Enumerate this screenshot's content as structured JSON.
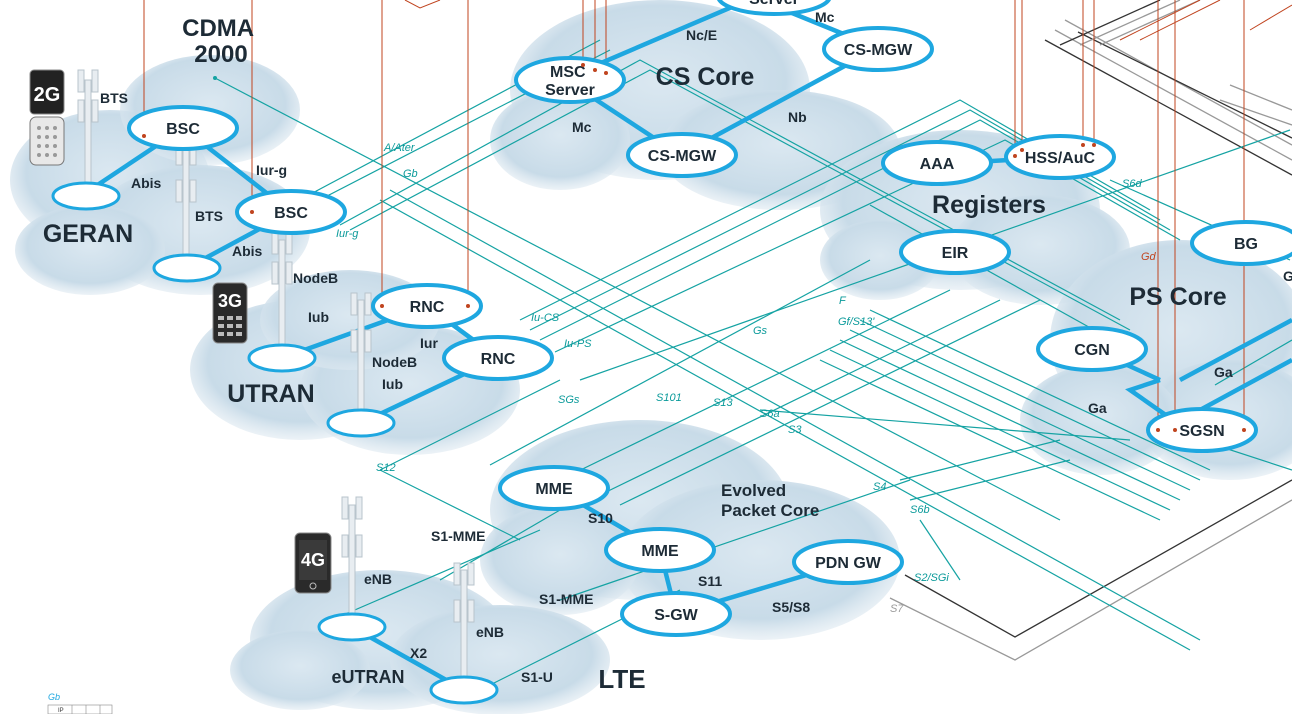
{
  "colors": {
    "cloud": "#cfe0ec",
    "node_fill": "#ffffff",
    "node_stroke": "#1ea7e0",
    "backbone": "#1ea7e0",
    "interface_line": "#15a3a3",
    "drop_line": "#c0441f",
    "dark_line": "#333333",
    "grey_line": "#9a9a9a"
  },
  "clouds": {
    "cdma": "CDMA\n2000",
    "geran": "GERAN",
    "utran": "UTRAN",
    "cs_core": "CS Core",
    "registers": "Registers",
    "ps_core": "PS Core",
    "epc": "Evolved\nPacket Core",
    "eutran": "eUTRAN",
    "lte": "LTE"
  },
  "nodes": {
    "server_top": "Server",
    "msc_server": "MSC\nServer",
    "cs_mgw_top": "CS-MGW",
    "cs_mgw_mid": "CS-MGW",
    "bsc1": "BSC",
    "bsc2": "BSC",
    "rnc1": "RNC",
    "rnc2": "RNC",
    "aaa": "AAA",
    "hss": "HSS/AuC",
    "eir": "EIR",
    "bg": "BG",
    "cgn": "CGN",
    "sgsn": "SGSN",
    "mme1": "MME",
    "mme2": "MME",
    "pdn_gw": "PDN GW",
    "s_gw": "S-GW"
  },
  "devices": {
    "phone_2g": "2G",
    "phone_3g": "3G",
    "phone_4g": "4G"
  },
  "site_labels": {
    "bts1": "BTS",
    "bts2": "BTS",
    "nodeb1": "NodeB",
    "nodeb2": "NodeB",
    "enb1": "eNB",
    "enb2": "eNB"
  },
  "link_labels": {
    "nc_e": "Nc/E",
    "mc_top": "Mc",
    "mc_mid": "Mc",
    "nb": "Nb",
    "abis1": "Abis",
    "abis2": "Abis",
    "iur_g": "Iur-g",
    "iub1": "Iub",
    "iub2": "Iub",
    "iur": "Iur",
    "s10": "S10",
    "s11": "S11",
    "s1_mme1": "S1-MME",
    "s1_mme2": "S1-MME",
    "s5_s8": "S5/S8",
    "x2": "X2",
    "s1_u": "S1-U",
    "ga1": "Ga",
    "ga2": "Ga"
  },
  "interface_labels": {
    "a_ater": "A/Ater",
    "gb": "Gb",
    "iur_g_small": "Iur-g",
    "iu_cs": "Iu-CS",
    "iu_ps": "Iu-PS",
    "sgs": "SGs",
    "s101": "S101",
    "s13": "S13",
    "s6a": "S6a",
    "s3": "S3",
    "s12": "S12",
    "gs": "Gs",
    "f": "F",
    "gf_s13": "Gf/S13'",
    "s6d": "S6d",
    "gd": "Gd",
    "s4": "S4",
    "s6b": "S6b",
    "s2_sgi": "S2/SGi",
    "s7": "S7",
    "g_edge": "G"
  },
  "legend": {
    "title": "Gb",
    "cell": "IP"
  }
}
